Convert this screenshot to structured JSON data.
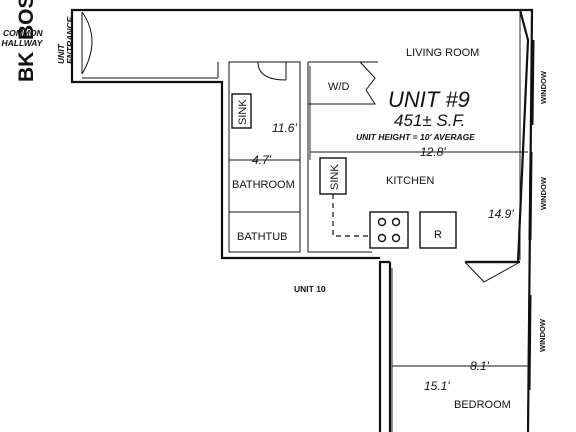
{
  "building": {
    "code": "BK",
    "code_tail": "BOS"
  },
  "corridor": {
    "hallway": "COMMON\nHALLWAY",
    "entrance": "UNIT\nENTRANCE"
  },
  "unit": {
    "title": "UNIT #9",
    "area": "451± S.F.",
    "height_note": "UNIT HEIGHT = 10' AVERAGE"
  },
  "rooms": {
    "living": "LIVING ROOM",
    "kitchen": "KITCHEN",
    "bathroom": "BATHROOM",
    "bathtub": "BATHTUB",
    "bedroom": "BEDROOM",
    "neighbor": "UNIT 10"
  },
  "fixtures": {
    "washer_dryer": "W/D",
    "bath_sink": "SINK",
    "kitchen_sink": "SINK",
    "refrigerator": "R"
  },
  "dimensions": {
    "bath_depth": "11.6'",
    "bath_width": "4.7'",
    "kitchen_width": "12.8'",
    "living_depth": "14.9'",
    "bedroom_width": "8.1'",
    "bedroom_depth": "15.1'"
  },
  "windows": [
    "WINDOW",
    "WINDOW",
    "WINDOW"
  ]
}
